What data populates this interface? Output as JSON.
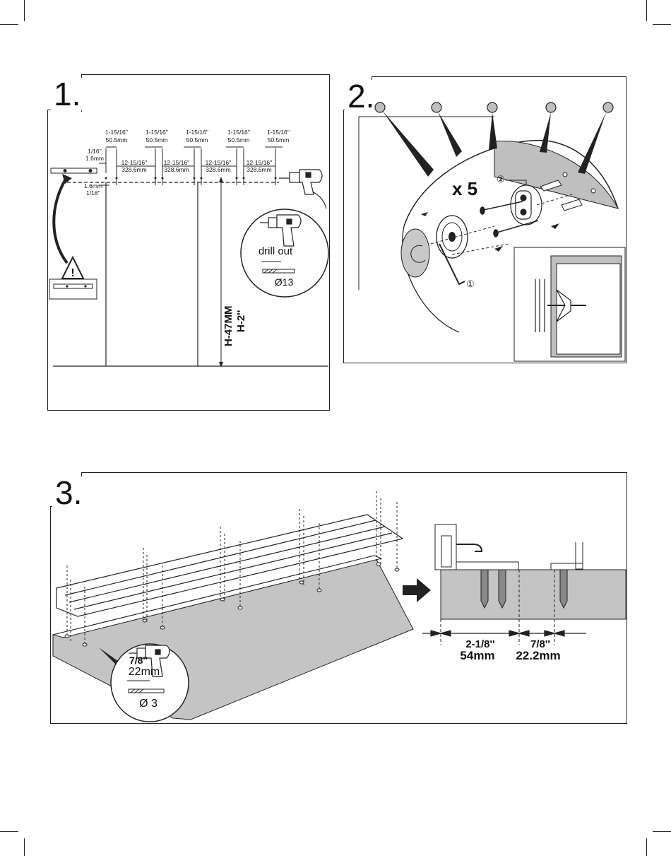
{
  "steps": [
    {
      "number": "1.",
      "spacing_top": {
        "inch": "1-15/16''",
        "mm": "50.5mm"
      },
      "spacing_bottom": {
        "inch": "12-15/16''",
        "mm": "328.6mm"
      },
      "offset_top": {
        "inch": "1/16''",
        "mm": "1.6mm"
      },
      "offset_left": {
        "mm": "1.6mm",
        "inch": "1/16''"
      },
      "height": {
        "mm": "H-47MM",
        "inch": "H-2''"
      },
      "drill_label": "drill out",
      "drill_diameter": "Ø13"
    },
    {
      "number": "2.",
      "count": "x 5",
      "marker_1": "①",
      "marker_2": "②"
    },
    {
      "number": "3.",
      "drill_depth_inch": "7/8''",
      "drill_depth_mm": "22mm",
      "drill_diameter": "Ø 3",
      "dim_a_inch": "2-1/8''",
      "dim_a_mm": "54mm",
      "dim_b_inch": "7/8''",
      "dim_b_mm": "22.2mm"
    }
  ],
  "colors": {
    "line": "#222222",
    "fill_gray": "#bfbfbf",
    "shelf_gray": "#c4c4c4"
  },
  "icons": [
    "warning-triangle-icon",
    "power-drill-icon",
    "drill-bit-icon",
    "level-icon",
    "allen-key-icon",
    "screw-icon",
    "wall-anchor-icon",
    "arrow-right-icon"
  ]
}
